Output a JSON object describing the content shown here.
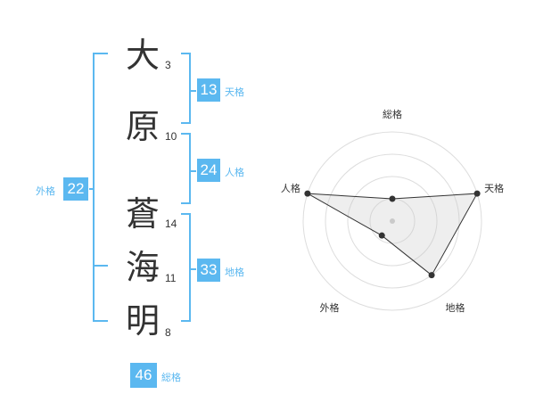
{
  "name": {
    "chars": [
      {
        "char": "大",
        "strokes": "3"
      },
      {
        "char": "原",
        "strokes": "10"
      },
      {
        "char": "蒼",
        "strokes": "14"
      },
      {
        "char": "海",
        "strokes": "11"
      },
      {
        "char": "明",
        "strokes": "8"
      }
    ]
  },
  "fortunes": {
    "ten": {
      "value": "13",
      "label": "天格"
    },
    "jin": {
      "value": "24",
      "label": "人格"
    },
    "chi": {
      "value": "33",
      "label": "地格"
    },
    "gai": {
      "value": "22",
      "label": "外格"
    },
    "sou": {
      "value": "46",
      "label": "総格"
    }
  },
  "colors": {
    "accent": "#5bb8f0",
    "text": "#333333"
  },
  "chart_data": {
    "type": "radar",
    "axes": [
      "総格",
      "天格",
      "地格",
      "外格",
      "人格"
    ],
    "max": 4,
    "values": [
      1,
      4,
      3,
      0.8,
      4
    ]
  }
}
